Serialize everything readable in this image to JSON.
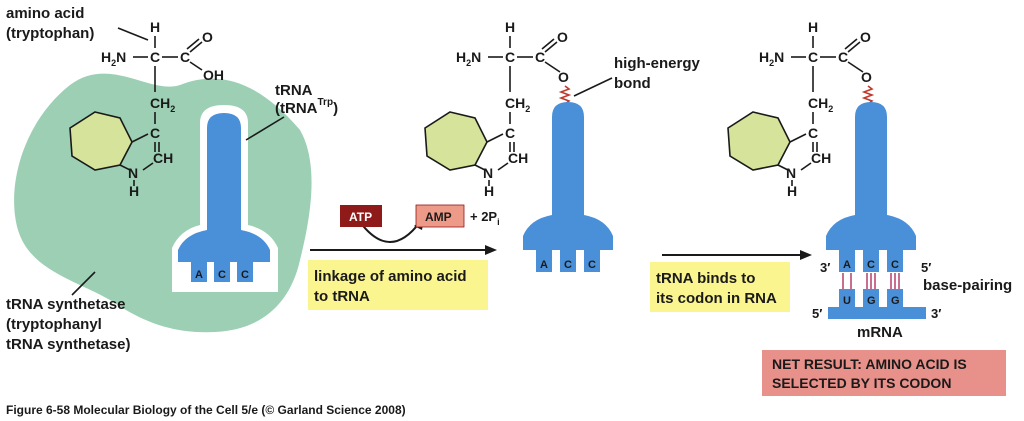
{
  "labels": {
    "amino_acid_line1": "amino acid",
    "amino_acid_line2": "(tryptophan)",
    "trna_line1": "tRNA",
    "trna_line2": "(tRNA",
    "trna_superscript": "Trp",
    "trna_close": ")",
    "synthetase_line1": "tRNA synthetase",
    "synthetase_line2": "(tryptophanyl",
    "synthetase_line3": "tRNA synthetase)",
    "high_energy_line1": "high-energy",
    "high_energy_line2": "bond",
    "base_pairing": "base-pairing",
    "mrna": "mRNA",
    "five_prime_a": "5′",
    "three_prime_a": "3′",
    "three_prime_b": "3′",
    "five_prime_b": "5′",
    "plus_pi": "+ 2P",
    "pi_subscript": "i"
  },
  "chem": {
    "H": "H",
    "H2N": "H",
    "H2N_sub": "2",
    "H2N_N": "N",
    "C": "C",
    "O": "O",
    "OH": "OH",
    "CH2": "CH",
    "CH2_sub": "2",
    "CH": "CH",
    "N": "N"
  },
  "badges": {
    "atp": "ATP",
    "amp": "AMP"
  },
  "steps": {
    "step1_line1": "linkage of amino acid",
    "step1_line2": "to tRNA",
    "step2_line1": "tRNA binds to",
    "step2_line2": "its codon in RNA"
  },
  "anticodon": [
    "A",
    "C",
    "C"
  ],
  "codon": [
    "U",
    "G",
    "G"
  ],
  "net_result": {
    "line1": "NET RESULT: AMINO ACID  IS",
    "line2": "SELECTED BY ITS CODON"
  },
  "caption": "Figure 6-58  Molecular Biology of the Cell 5/e (© Garland Science 2008)",
  "colors": {
    "trna": "#4a90d9",
    "enzyme": "#9ccfb4",
    "ring": "#d6e39a",
    "step_box": "#fbf58f",
    "net_box": "#e8908a",
    "atp": "#8e1a1a",
    "amp": "#ee9a88",
    "bond": "#c0392b"
  }
}
